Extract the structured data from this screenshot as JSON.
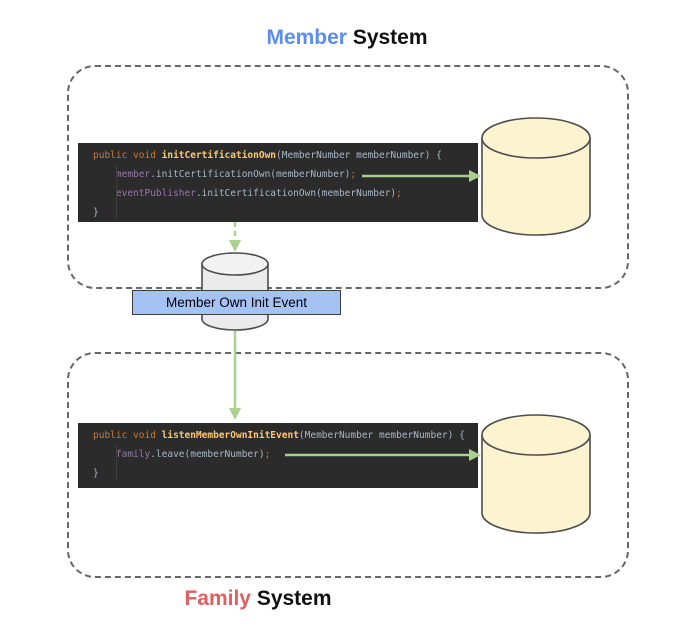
{
  "titles": {
    "member": {
      "highlight": "Member",
      "rest": " System"
    },
    "family": {
      "highlight": "Family",
      "rest": " System"
    }
  },
  "event_label": {
    "text": "Member Own Init Event"
  },
  "code_blocks": {
    "member_publisher": {
      "l1": {
        "kw": "public void ",
        "method": "initCertificationOwn",
        "plain": "(MemberNumber memberNumber) {"
      },
      "l2": {
        "field": "    member",
        "plain": ".initCertificationOwn(memberNumber)",
        "semi": ";"
      },
      "l3": {
        "field": "    eventPublisher",
        "plain": ".initCertificationOwn(memberNumber)",
        "semi": ";"
      },
      "l4": {
        "plain": "}"
      }
    },
    "family_listener": {
      "l1": {
        "kw": "public void ",
        "method": "listenMemberOwnInitEvent",
        "plain": "(MemberNumber memberNumber) {"
      },
      "l2": {
        "field": "    family",
        "plain": ".leave(memberNumber)",
        "semi": ";"
      },
      "l3": {
        "plain": "}"
      }
    }
  },
  "icons": {
    "member_db": "database-cylinder",
    "event_queue": "event-queue-cylinder",
    "family_db": "database-cylinder"
  },
  "colors": {
    "member_accent": "#5C8DF0",
    "family_accent": "#E25F5F",
    "event_label_fill": "#A4C2F4",
    "arrow_green": "#A9D18E",
    "db_fill": "#FCF3D1",
    "queue_fill": "#EBEBEB",
    "code_background": "#2B2B2B",
    "code_keyword": "#CC7832",
    "code_method": "#FFC66D",
    "code_field": "#9876AA",
    "code_plain": "#A9B7C6",
    "boundary_dash": "#666666"
  }
}
